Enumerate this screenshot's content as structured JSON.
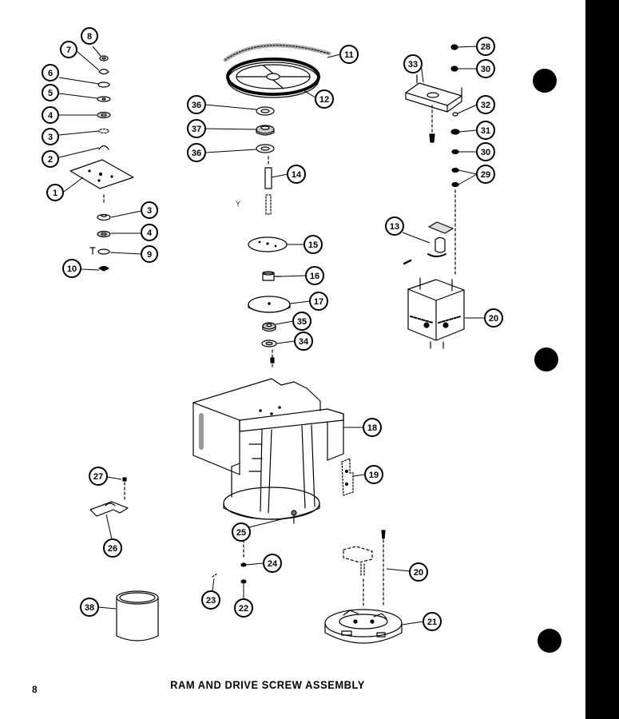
{
  "caption": "RAM AND DRIVE SCREW ASSEMBLY",
  "page_number": "8",
  "stray_mark": "Y",
  "colors": {
    "ink": "#000000",
    "paper": "#ffffff",
    "shading": "#bdbdbd"
  },
  "callouts": [
    {
      "id": "c8",
      "label": "8"
    },
    {
      "id": "c7",
      "label": "7"
    },
    {
      "id": "c6",
      "label": "6"
    },
    {
      "id": "c5",
      "label": "5"
    },
    {
      "id": "c4a",
      "label": "4"
    },
    {
      "id": "c3a",
      "label": "3"
    },
    {
      "id": "c2",
      "label": "2"
    },
    {
      "id": "c1",
      "label": "1"
    },
    {
      "id": "c3b",
      "label": "3"
    },
    {
      "id": "c4b",
      "label": "4"
    },
    {
      "id": "c9",
      "label": "9"
    },
    {
      "id": "c10",
      "label": "10"
    },
    {
      "id": "c11",
      "label": "11"
    },
    {
      "id": "c12",
      "label": "12"
    },
    {
      "id": "c36a",
      "label": "36"
    },
    {
      "id": "c37",
      "label": "37"
    },
    {
      "id": "c36b",
      "label": "36"
    },
    {
      "id": "c14",
      "label": "14"
    },
    {
      "id": "c15",
      "label": "15"
    },
    {
      "id": "c16",
      "label": "16"
    },
    {
      "id": "c17",
      "label": "17"
    },
    {
      "id": "c35",
      "label": "35"
    },
    {
      "id": "c34",
      "label": "34"
    },
    {
      "id": "c28a",
      "label": "28"
    },
    {
      "id": "c30a",
      "label": "30"
    },
    {
      "id": "c33",
      "label": "33"
    },
    {
      "id": "c32",
      "label": "32"
    },
    {
      "id": "c31",
      "label": "31"
    },
    {
      "id": "c30b",
      "label": "30"
    },
    {
      "id": "c29",
      "label": "29"
    },
    {
      "id": "c13",
      "label": "13"
    },
    {
      "id": "c20a",
      "label": "20"
    },
    {
      "id": "c18",
      "label": "18"
    },
    {
      "id": "c19",
      "label": "19"
    },
    {
      "id": "c27",
      "label": "27"
    },
    {
      "id": "c26",
      "label": "26"
    },
    {
      "id": "c25",
      "label": "25"
    },
    {
      "id": "c24",
      "label": "24"
    },
    {
      "id": "c23",
      "label": "23"
    },
    {
      "id": "c22",
      "label": "22"
    },
    {
      "id": "c38",
      "label": "38"
    },
    {
      "id": "c20b",
      "label": "20"
    },
    {
      "id": "c21",
      "label": "21"
    }
  ]
}
